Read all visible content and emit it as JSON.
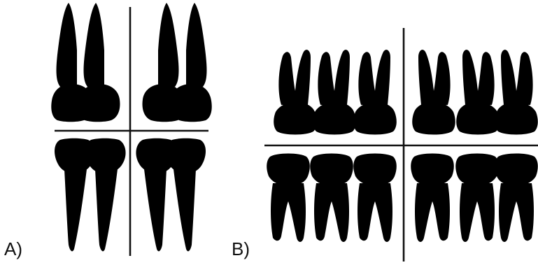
{
  "figure": {
    "panels": [
      {
        "id": "A",
        "label": "A)",
        "teeth_per_quadrant": 2,
        "tooth_type": "premolar"
      },
      {
        "id": "B",
        "label": "B)",
        "teeth_per_quadrant": 3,
        "tooth_type": "molar"
      }
    ],
    "colors": {
      "ink": "#111111",
      "background": "#ffffff"
    }
  }
}
